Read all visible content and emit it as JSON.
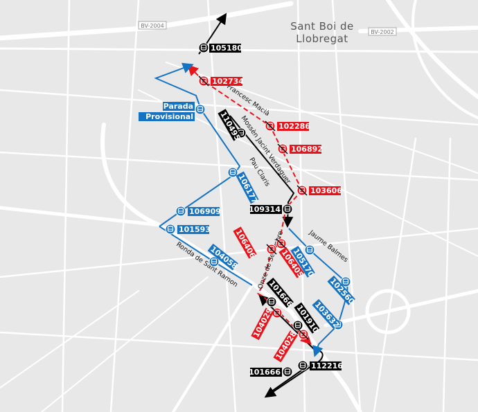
{
  "place": {
    "line1": "Sant Boi de",
    "line2": "Llobregat"
  },
  "road_labels": [
    "BV-2004",
    "BV-2002"
  ],
  "streets": [
    "Francesc Macià",
    "Mossèn Jacint Verdaguer",
    "Pau Claris",
    "Jaume Balmes",
    "Ronda de Sant Ramon",
    "Onze de Setembre"
  ],
  "colors": {
    "active": "#000000",
    "cancelled": "#e8141b",
    "provisional": "#1673c1",
    "background": "#e8e8e8",
    "roads": "#ffffff"
  },
  "stops": {
    "active": [
      "105180",
      "110495",
      "109314",
      "101666",
      "101910",
      "101666",
      "112216"
    ],
    "cancelled": [
      "102734",
      "102286",
      "106892",
      "103606",
      "106406",
      "106405",
      "104029",
      "104028"
    ],
    "provisional": [
      "Parada",
      "Provisional",
      "106177",
      "106909",
      "101593",
      "104058",
      "105170",
      "102560",
      "103632"
    ]
  },
  "icons": {
    "stop": "bus-icon",
    "cancelled_stop": "bus-crossed-icon"
  }
}
